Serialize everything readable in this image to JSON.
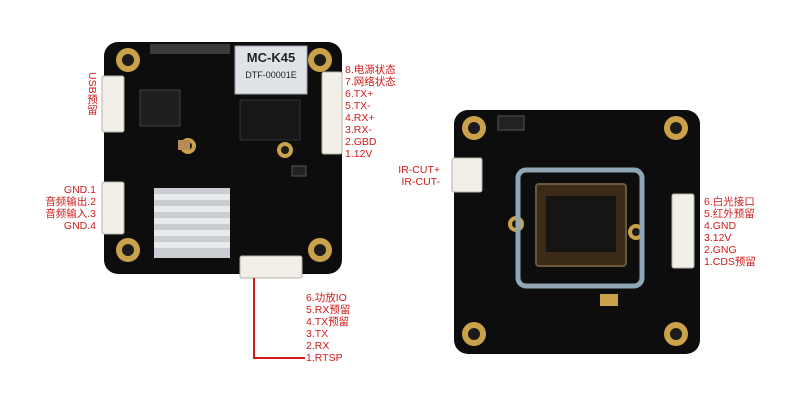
{
  "colors": {
    "label": "#d21a1a",
    "board": "#0d0d0d",
    "pad_gold": "#c9a24a",
    "connector": "#f2efe8"
  },
  "left_board": {
    "chip_label_main": "MC-K45",
    "chip_label_sub": "DTF-00001E",
    "usb_label": "USB预留",
    "right_pins": [
      "8.电源状态",
      "7.网络状态",
      "6.TX+",
      "5.TX-",
      "4.RX+",
      "3.RX-",
      "2.GBD",
      "1.12V"
    ],
    "left_pins": [
      "GND.1",
      "音频输出.2",
      "音频输入.3",
      "GND.4"
    ],
    "bottom_pins": [
      "6.功放IO",
      "5.RX预留",
      "4.TX预留",
      "3.TX",
      "2.RX",
      "1.RTSP"
    ]
  },
  "right_board": {
    "ircut_pins": [
      "IR-CUT+",
      "IR-CUT-"
    ],
    "right_pins": [
      "6.白光接口",
      "5.红外预留",
      "4.GND",
      "3.12V",
      "2.GNG",
      "1.CDS预留"
    ]
  }
}
